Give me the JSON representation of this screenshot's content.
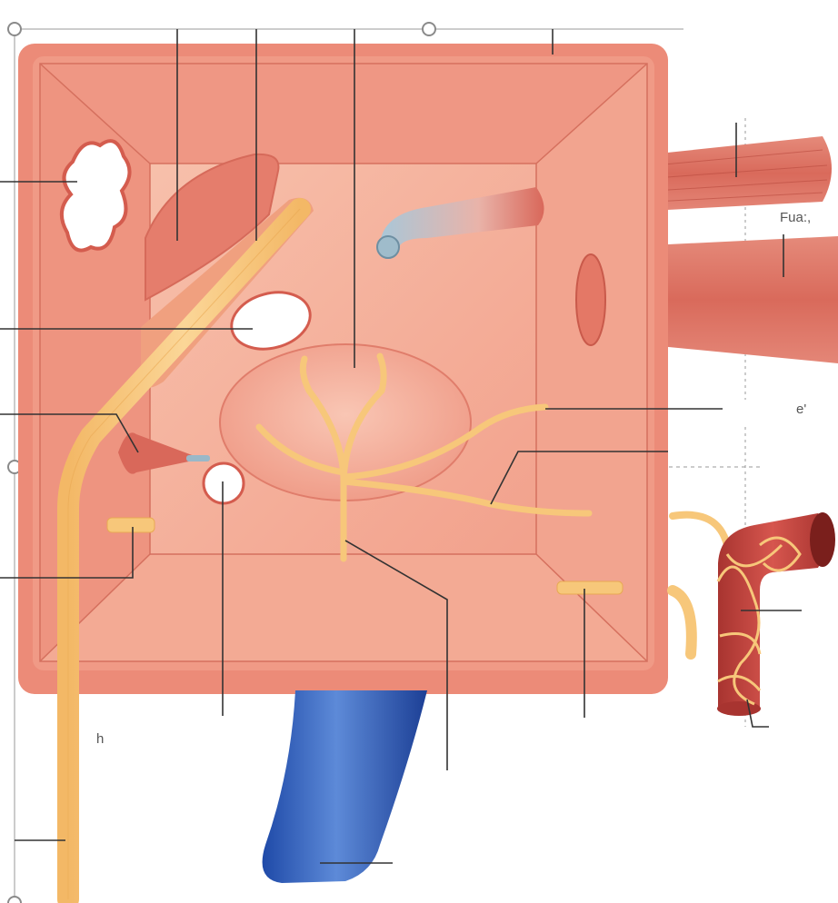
{
  "diagram": {
    "fragment_top_right": "Fua:,",
    "fragment_right": "e'",
    "fragment_bottom_left": "h"
  },
  "colors": {
    "box_outer": "#ee8f7c",
    "box_inner_wall": "#f1a08e",
    "box_floor": "#f6b39f",
    "nerve": "#f7c77a",
    "vein": "#2f5fbf",
    "artery": "#c4433e",
    "muscle": "#d9685a",
    "leader": "#333333"
  }
}
